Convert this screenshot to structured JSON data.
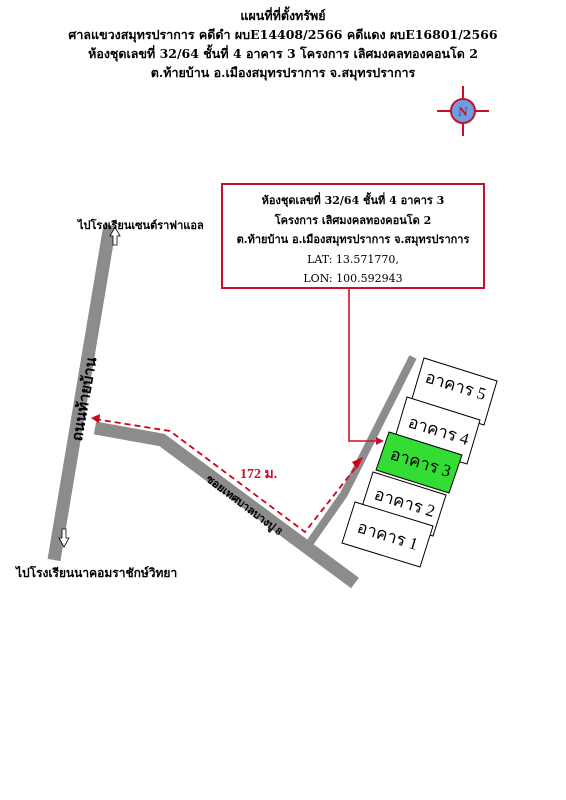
{
  "header": {
    "title": "แผนที่ที่ตั้งทรัพย์",
    "court_line": "ศาลแขวงสมุทรปราการ คดีดำ ผบE14408/2566 คดีแดง ผบE16801/2566",
    "unit_line": "ห้องชุดเลขที่ 32/64 ชั้นที่ 4 อาคาร 3 โครงการ เลิศมงคลทองคอนโด 2",
    "location_line": "ต.ท้ายบ้าน อ.เมืองสมุทรปราการ จ.สมุทรปราการ"
  },
  "compass": {
    "letter": "N",
    "color": "#c8102e"
  },
  "info_box": {
    "unit": "ห้องชุดเลขที่ 32/64 ชั้นที่ 4 อาคาร 3",
    "project": "โครงการ เลิศมงคลทองคอนโด 2",
    "location": "ต.ท้ายบ้าน อ.เมืองสมุทรปราการ จ.สมุทรปราการ",
    "lat": "LAT: 13.571770,",
    "lon": "LON: 100.592943"
  },
  "roads": {
    "main_road_label": "ถนนท้ายบ้าน",
    "soi_label": "ซอยเทศบาลบางปู 8",
    "to_north_label": "ไปโรงเรียนเซนต์ราฟาแอล",
    "to_south_label": "ไปโรงเรียนนาคอมราชักษ์วิทยา"
  },
  "distance_label": "172 ม.",
  "buildings": [
    {
      "label": "อาคาร 5",
      "highlight": false
    },
    {
      "label": "อาคาร 4",
      "highlight": false
    },
    {
      "label": "อาคาร 3",
      "highlight": true
    },
    {
      "label": "อาคาร 2",
      "highlight": false
    },
    {
      "label": "อาคาร 1",
      "highlight": false
    }
  ],
  "colors": {
    "road": "#8c8c8c",
    "route": "#d0021b",
    "highlight": "#33dd33",
    "box_border": "#c8102e"
  }
}
